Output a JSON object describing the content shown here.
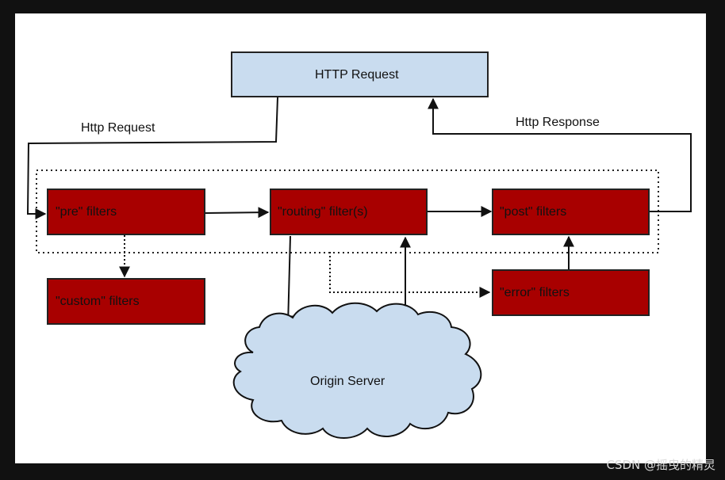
{
  "diagram": {
    "http_request_box": "HTTP Request",
    "edge_http_request": "Http Request",
    "edge_http_response": "Http Response",
    "pre_filters": "\"pre\" filters",
    "routing_filters": "\"routing\" filter(s)",
    "post_filters": "\"post\" filters",
    "custom_filters": "\"custom\" filters",
    "error_filters": "\"error\" filters",
    "origin_server": "Origin Server"
  },
  "colors": {
    "filter_fill": "#a80000",
    "http_box_fill": "#c9dcef",
    "cloud_fill": "#c9dcef"
  },
  "watermark": "CSDN @摇曳的精灵"
}
